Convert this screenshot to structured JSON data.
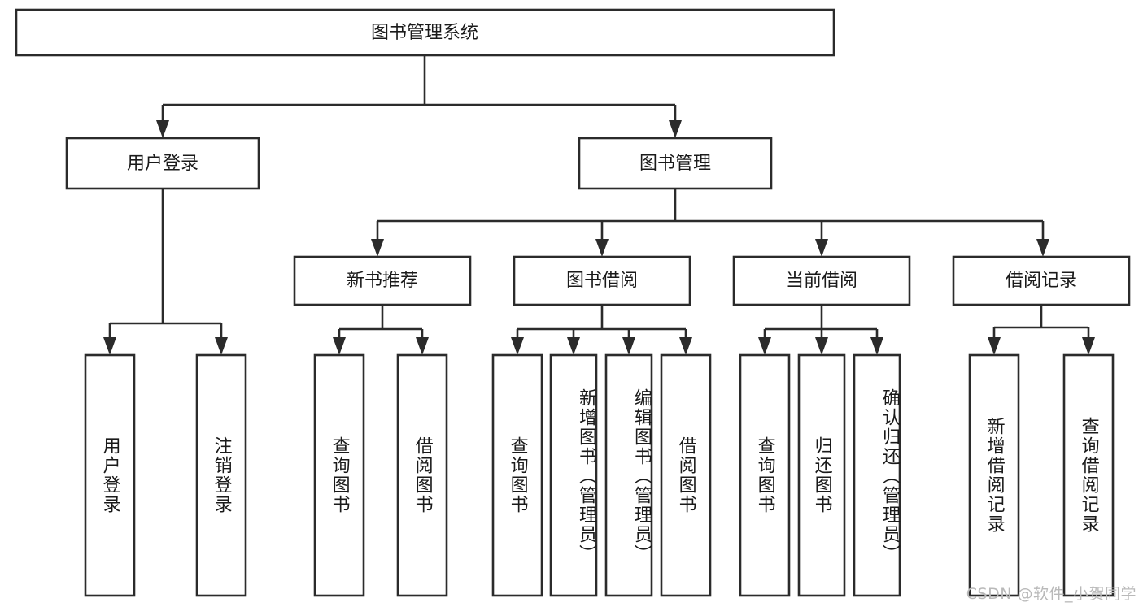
{
  "diagram": {
    "type": "tree-hierarchy-chart",
    "title": "图书管理系统",
    "orientation": "top-down",
    "colors": {
      "box_stroke": "#2b2b2b",
      "box_fill": "#ffffff",
      "line": "#2b2b2b",
      "text": "#1a1a1a",
      "watermark": "#b9b9b9",
      "background": "#ffffff"
    },
    "levels": {
      "level1": [
        "图书管理系统"
      ],
      "level2": [
        "用户登录",
        "图书管理"
      ],
      "level3": [
        "新书推荐",
        "图书借阅",
        "当前借阅",
        "借阅记录"
      ],
      "level4": [
        "用户登录",
        "注销登录",
        "查询图书",
        "借阅图书",
        "查询图书",
        "新增图书（管理员）",
        "编辑图书（管理员）",
        "借阅图书",
        "查询图书",
        "归还图书",
        "确认归还（管理员）",
        "新增借阅记录",
        "查询借阅记录"
      ]
    },
    "nodes": {
      "root": {
        "label": "图书管理系统"
      },
      "user_login": {
        "label": "用户登录"
      },
      "book_manage": {
        "label": "图书管理"
      },
      "new_book_rec": {
        "label": "新书推荐"
      },
      "book_borrow": {
        "label": "图书借阅"
      },
      "current_borrow": {
        "label": "当前借阅"
      },
      "borrow_record": {
        "label": "借阅记录"
      },
      "leaf_user_login": {
        "label": "用户登录"
      },
      "leaf_logout": {
        "label": "注销登录"
      },
      "leaf_query_book_1": {
        "label": "查询图书"
      },
      "leaf_borrow_book_1": {
        "label": "借阅图书"
      },
      "leaf_query_book_2": {
        "label": "查询图书"
      },
      "leaf_add_book": {
        "label": "新增图书（管理员）"
      },
      "leaf_edit_book": {
        "label": "编辑图书（管理员）"
      },
      "leaf_borrow_book_2": {
        "label": "借阅图书"
      },
      "leaf_query_book_3": {
        "label": "查询图书"
      },
      "leaf_return_book": {
        "label": "归还图书"
      },
      "leaf_confirm_return": {
        "label": "确认归还（管理员）"
      },
      "leaf_add_record": {
        "label": "新增借阅记录"
      },
      "leaf_query_record": {
        "label": "查询借阅记录"
      }
    },
    "edges": [
      {
        "from": "root",
        "to": "user_login"
      },
      {
        "from": "root",
        "to": "book_manage"
      },
      {
        "from": "user_login",
        "to": "leaf_user_login"
      },
      {
        "from": "user_login",
        "to": "leaf_logout"
      },
      {
        "from": "book_manage",
        "to": "new_book_rec"
      },
      {
        "from": "book_manage",
        "to": "book_borrow"
      },
      {
        "from": "book_manage",
        "to": "current_borrow"
      },
      {
        "from": "book_manage",
        "to": "borrow_record"
      },
      {
        "from": "new_book_rec",
        "to": "leaf_query_book_1"
      },
      {
        "from": "new_book_rec",
        "to": "leaf_borrow_book_1"
      },
      {
        "from": "book_borrow",
        "to": "leaf_query_book_2"
      },
      {
        "from": "book_borrow",
        "to": "leaf_add_book"
      },
      {
        "from": "book_borrow",
        "to": "leaf_edit_book"
      },
      {
        "from": "book_borrow",
        "to": "leaf_borrow_book_2"
      },
      {
        "from": "current_borrow",
        "to": "leaf_query_book_3"
      },
      {
        "from": "current_borrow",
        "to": "leaf_return_book"
      },
      {
        "from": "current_borrow",
        "to": "leaf_confirm_return"
      },
      {
        "from": "borrow_record",
        "to": "leaf_add_record"
      },
      {
        "from": "borrow_record",
        "to": "leaf_query_record"
      }
    ]
  },
  "watermark": {
    "text": "CSDN @软件_小贺同学"
  }
}
